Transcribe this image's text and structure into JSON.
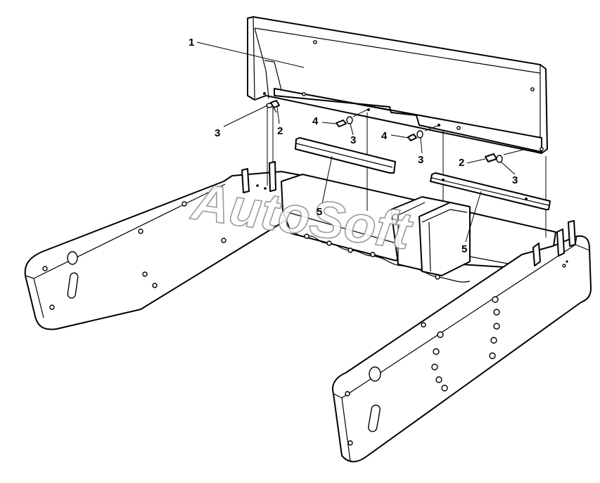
{
  "diagram": {
    "callouts": [
      {
        "id": "c1",
        "text": "1"
      },
      {
        "id": "c2a",
        "text": "2"
      },
      {
        "id": "c3a",
        "text": "3"
      },
      {
        "id": "c4a",
        "text": "4"
      },
      {
        "id": "c3b",
        "text": "3"
      },
      {
        "id": "c4b",
        "text": "4"
      },
      {
        "id": "c3c",
        "text": "3"
      },
      {
        "id": "c2b",
        "text": "2"
      },
      {
        "id": "c3d",
        "text": "3"
      },
      {
        "id": "c5a",
        "text": "5"
      },
      {
        "id": "c5b",
        "text": "5"
      }
    ],
    "watermark": "AutoSoft"
  },
  "colors": {
    "line": "#000000",
    "background": "#ffffff",
    "watermark": "#8a8a8a"
  }
}
